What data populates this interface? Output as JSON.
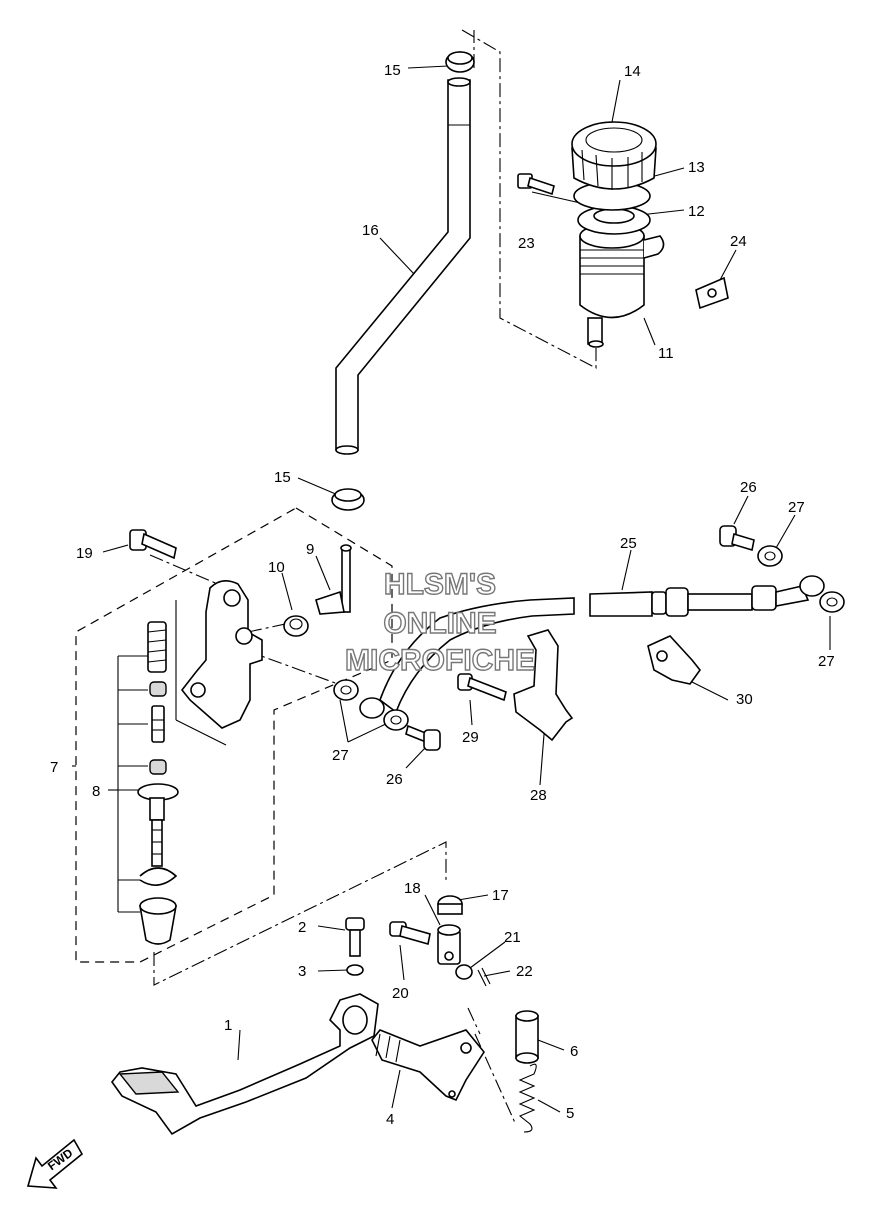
{
  "watermark": {
    "line1": "HLSM'S",
    "line2": "ONLINE",
    "line3": "MICROFICHE"
  },
  "direction_label": "FWD",
  "callouts": {
    "c1": "1",
    "c2": "2",
    "c3": "3",
    "c4": "4",
    "c5": "5",
    "c6": "6",
    "c7": "7",
    "c8": "8",
    "c9": "9",
    "c10": "10",
    "c11": "11",
    "c12": "12",
    "c13": "13",
    "c14": "14",
    "c15a": "15",
    "c15b": "15",
    "c16": "16",
    "c17": "17",
    "c18": "18",
    "c19": "19",
    "c20": "20",
    "c21": "21",
    "c22": "22",
    "c23": "23",
    "c24": "24",
    "c25": "25",
    "c26a": "26",
    "c26b": "26",
    "c27a": "27",
    "c27b": "27",
    "c27c": "27",
    "c28": "28",
    "c29": "29",
    "c30": "30"
  }
}
